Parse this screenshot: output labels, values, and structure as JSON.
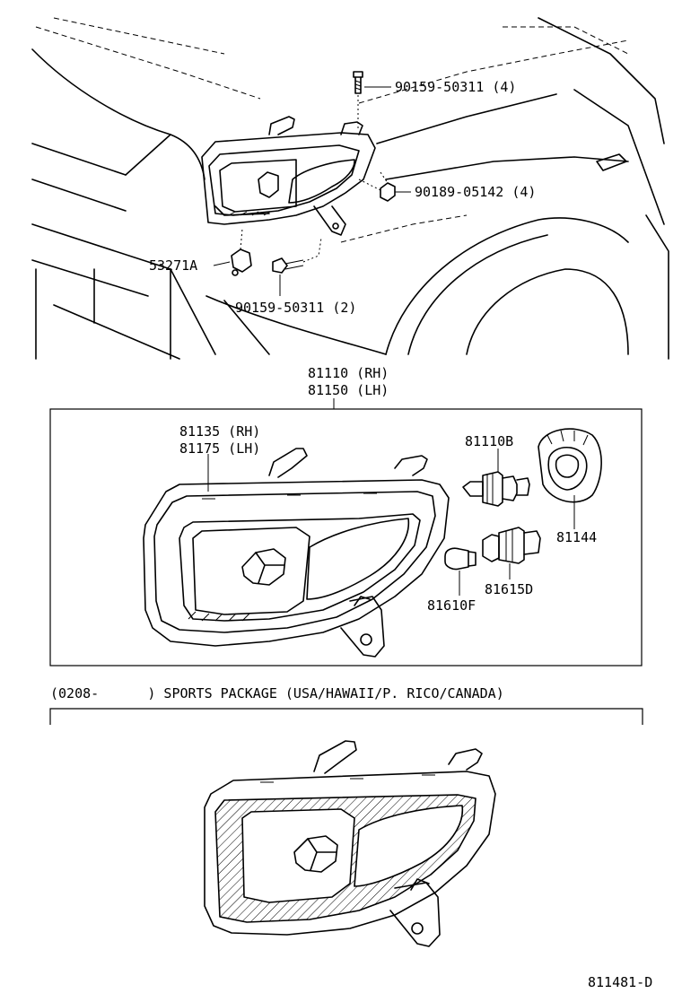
{
  "labels": {
    "bolt_top": "90159-50311 (4)",
    "nut_right": "90189-05142 (4)",
    "bracket": "53271A",
    "bolt_bottom": "90159-50311 (2)",
    "assy_rh": "81110 (RH)",
    "assy_lh": "81150 (LH)",
    "housing_rh": "81135 (RH)",
    "housing_lh": "81175 (LH)",
    "bulb_socket": "81110B",
    "cover": "81144",
    "bulb_small": "81610F",
    "socket_small": "81615D"
  },
  "sports_package_note": "(0208-      ) SPORTS PACKAGE (USA/HAWAII/P. RICO/CANADA)",
  "diagram_code": "811481-D"
}
